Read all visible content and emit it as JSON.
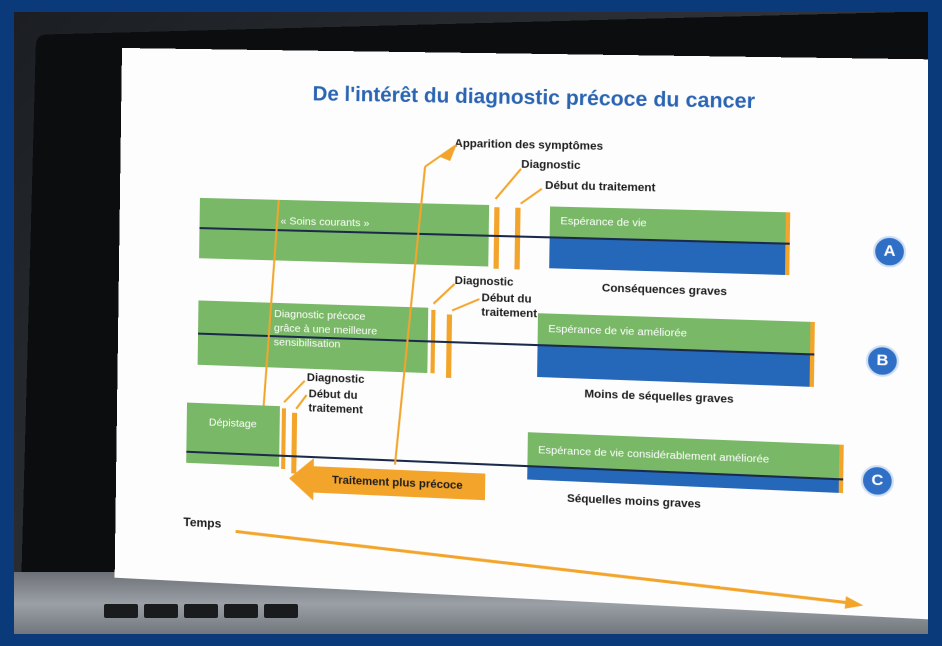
{
  "slide": {
    "title": "De l'intérêt du diagnostic précoce du cancer",
    "callouts": {
      "symptoms": "Apparition des symptômes",
      "diagnostic": "Diagnostic",
      "treatment_start": "Début du traitement"
    },
    "row_a": {
      "badge": "A",
      "left_label": "« Soins courants »",
      "right_label": "Espérance de vie",
      "below_label": "Conséquences graves"
    },
    "row_b": {
      "badge": "B",
      "left_label_l1": "Diagnostic précoce",
      "left_label_l2": "grâce à une meilleure",
      "left_label_l3": "sensibilisation",
      "diag_label": "Diagnostic",
      "start_l1": "Début du",
      "start_l2": "traitement",
      "right_label": "Espérance de vie améliorée",
      "below_label": "Moins de séquelles graves"
    },
    "row_c": {
      "badge": "C",
      "left_label": "Dépistage",
      "diag_label": "Diagnostic",
      "start_l1": "Début du",
      "start_l2": "traitement",
      "right_label": "Espérance de vie considérablement améliorée",
      "below_label": "Séquelles  moins graves",
      "arrow_label": "Traitement plus précoce"
    },
    "time_label": "Temps"
  },
  "colors": {
    "frame": "#0b3a7a",
    "title": "#2a64b3",
    "green": "#79b867",
    "blue": "#2567b8",
    "orange": "#f3a52b"
  }
}
